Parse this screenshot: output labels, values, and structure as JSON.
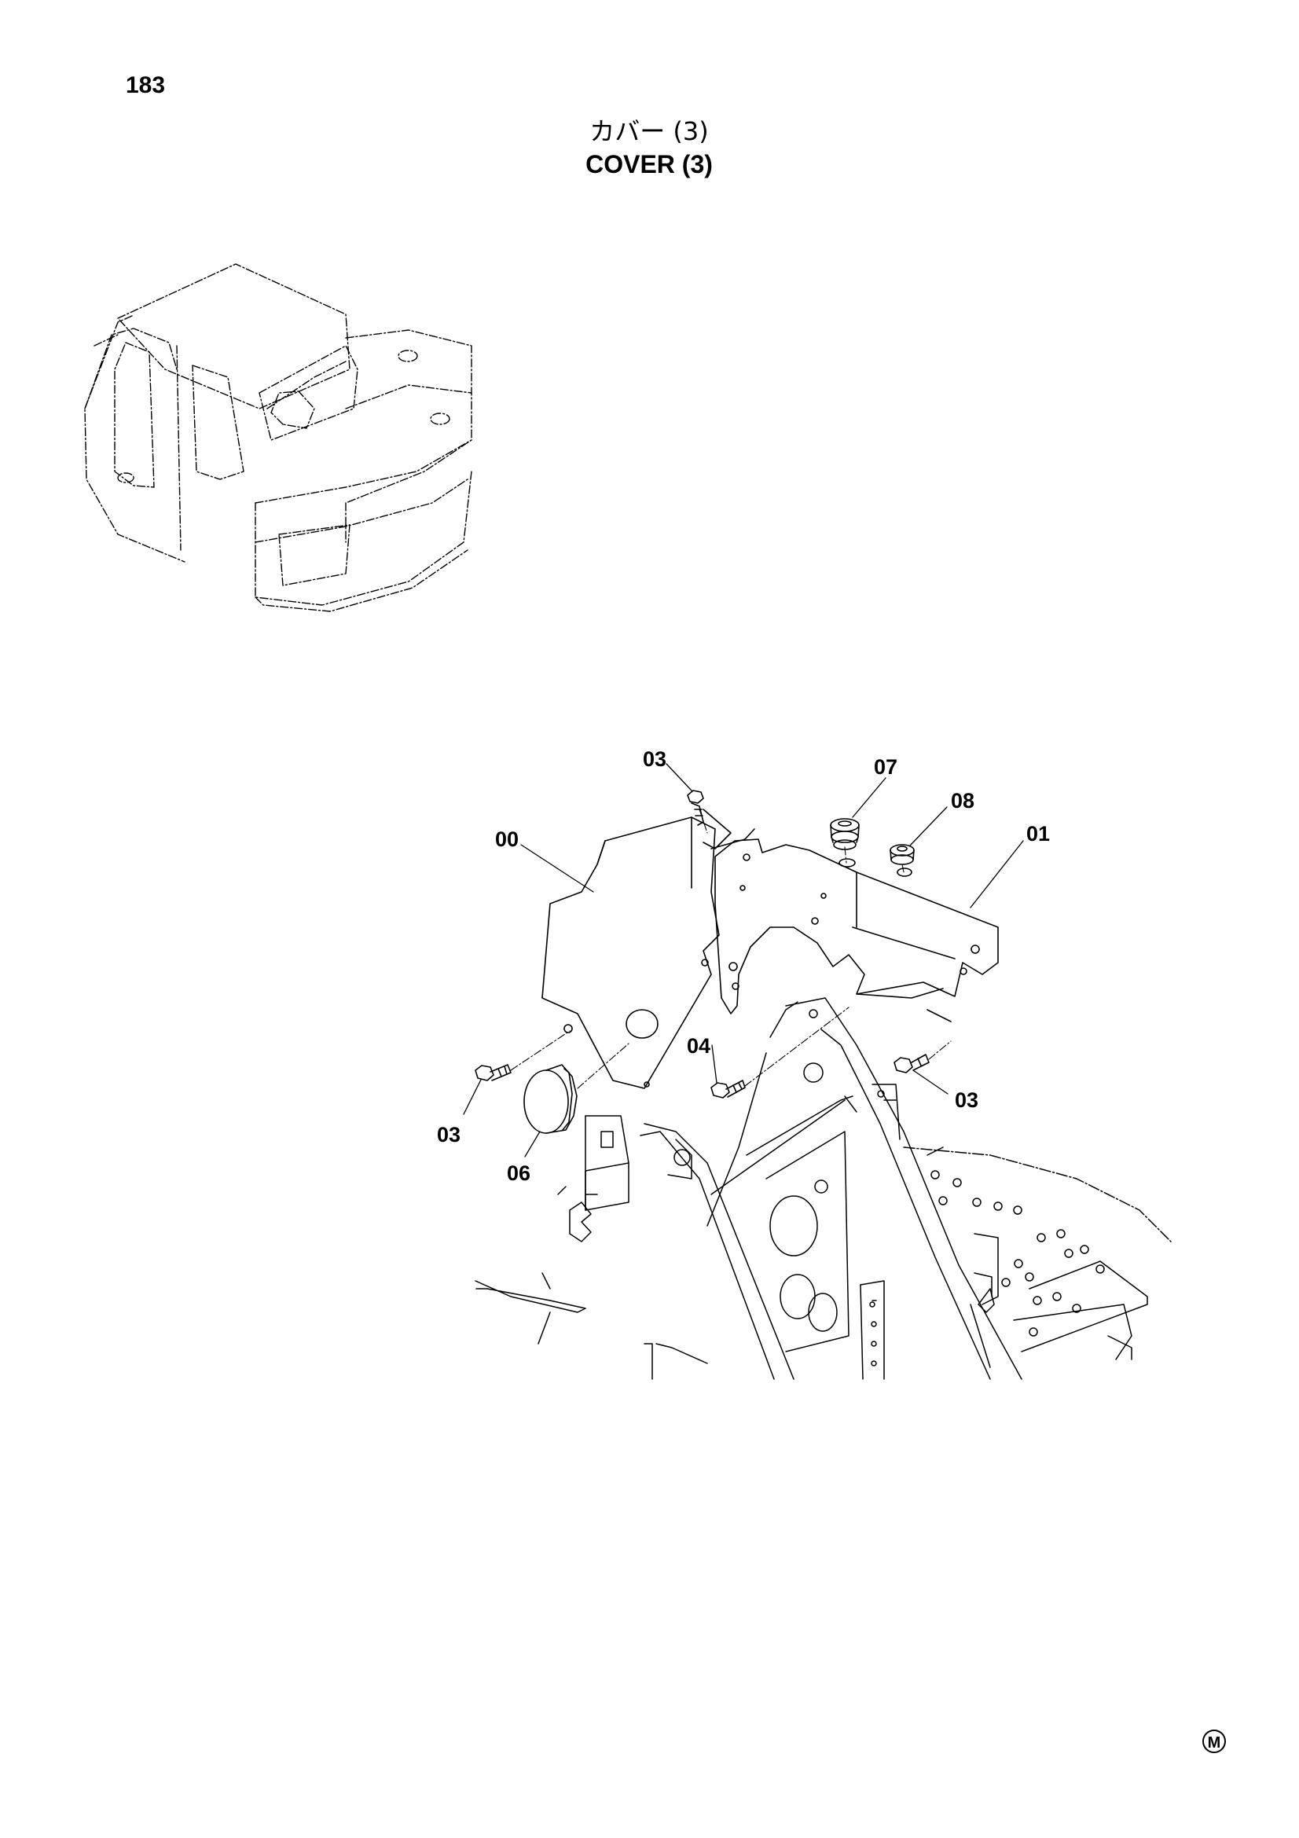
{
  "page": {
    "number": "183",
    "title_jp": "カバー (3)",
    "title_en": "COVER (3)",
    "maker_mark": "M"
  },
  "diagram": {
    "callouts": [
      {
        "id": "00",
        "label": "00"
      },
      {
        "id": "01",
        "label": "01"
      },
      {
        "id": "03a",
        "label": "03"
      },
      {
        "id": "03b",
        "label": "03"
      },
      {
        "id": "03c",
        "label": "03"
      },
      {
        "id": "04",
        "label": "04"
      },
      {
        "id": "06",
        "label": "06"
      },
      {
        "id": "07",
        "label": "07"
      },
      {
        "id": "08",
        "label": "08"
      }
    ]
  },
  "colors": {
    "ink": "#000000",
    "paper": "#ffffff"
  }
}
